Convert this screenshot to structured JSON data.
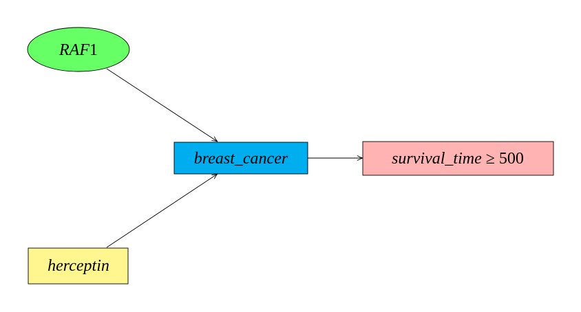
{
  "nodes": {
    "raf1": {
      "label_var": "RAF",
      "label_num": "1",
      "fill": "#66ff66",
      "shape": "ellipse"
    },
    "herceptin": {
      "label": "herceptin",
      "fill": "#fff68f",
      "shape": "rectangle"
    },
    "breast_cancer": {
      "label_a": "breast",
      "label_b": "cancer",
      "fill": "#00aeef",
      "shape": "rectangle"
    },
    "survival_time": {
      "label_a": "survival",
      "label_b": "time",
      "operator": "≥",
      "threshold": "500",
      "fill": "#ffb3b3",
      "shape": "rectangle"
    }
  },
  "edges": [
    {
      "from": "raf1",
      "to": "breast_cancer"
    },
    {
      "from": "herceptin",
      "to": "breast_cancer"
    },
    {
      "from": "breast_cancer",
      "to": "survival_time"
    }
  ]
}
